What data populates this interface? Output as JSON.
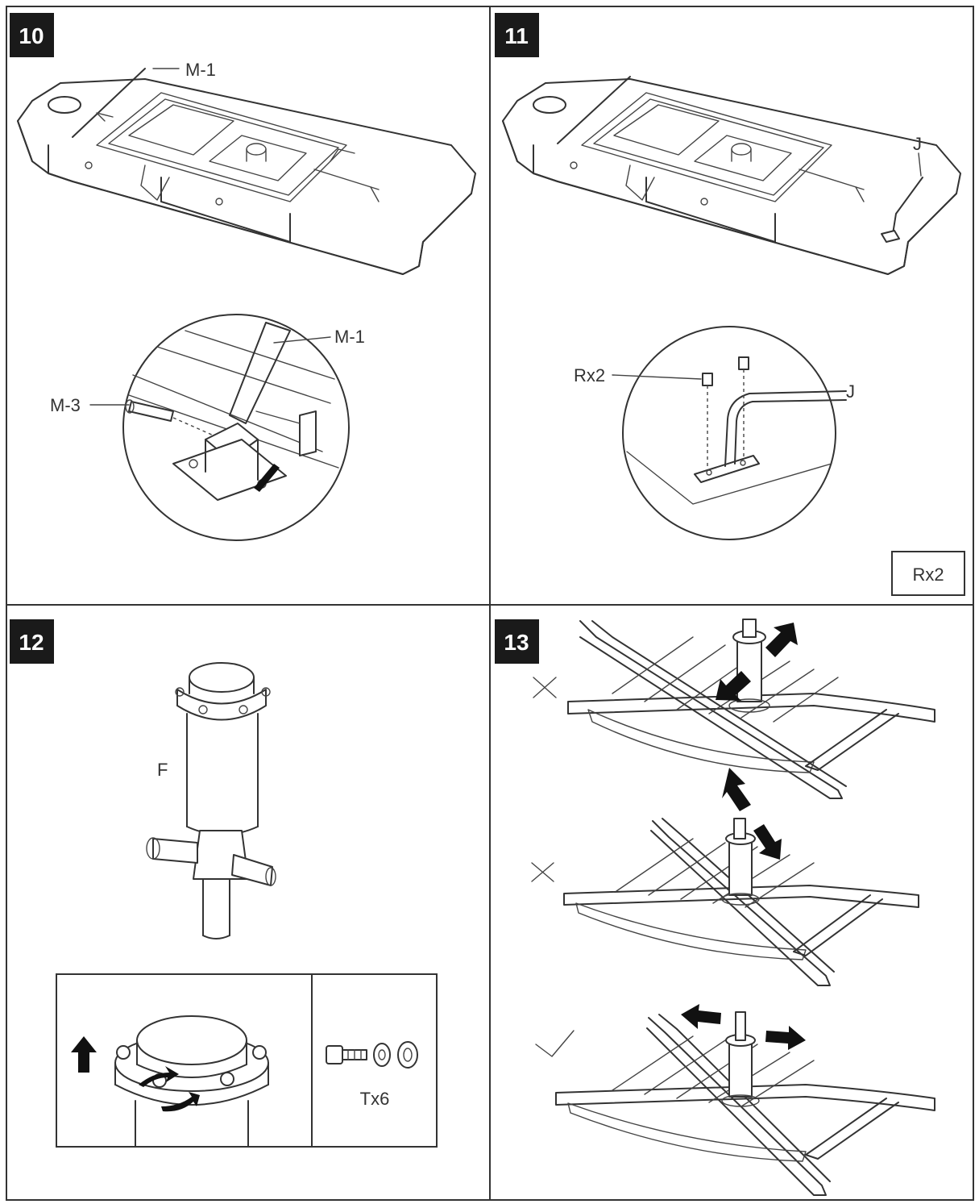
{
  "steps": {
    "s10": {
      "number": "10",
      "label_m1_top": "M-1",
      "label_m1_detail": "M-1",
      "label_m3": "M-3"
    },
    "s11": {
      "number": "11",
      "label_j_top": "J",
      "label_rx2_detail": "Rx2",
      "label_j_detail": "J",
      "box_rx2": "Rx2"
    },
    "s12": {
      "number": "12",
      "label_f": "F",
      "label_tx6": "Tx6"
    },
    "s13": {
      "number": "13"
    }
  },
  "colors": {
    "line": "#333333",
    "badge": "#1a1a1a",
    "background": "#ffffff"
  },
  "icons": {
    "wrong": "cross-mark-icon",
    "right": "check-mark-icon",
    "direction": "arrow-icon"
  }
}
